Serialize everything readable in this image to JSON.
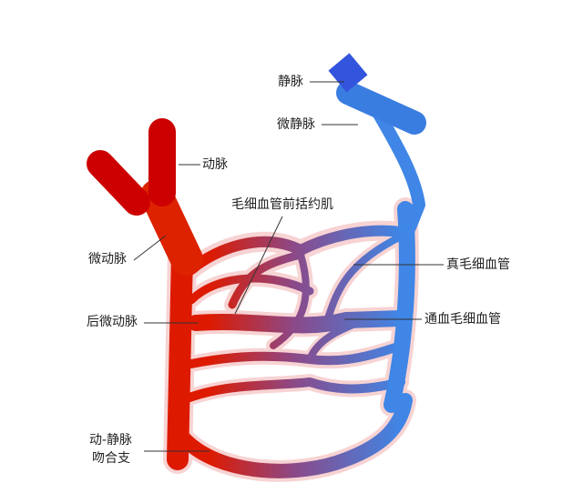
{
  "labels": {
    "vein": "静脉",
    "venule": "微静脉",
    "artery": "动脉",
    "precapillary_sphincter": "毛细血管前括约肌",
    "arteriole": "微动脉",
    "true_capillary": "真毛细血管",
    "metarteriole": "后微动脉",
    "thoroughfare_channel": "通血毛细血管",
    "av_anastomosis_line1": "动-静脉",
    "av_anastomosis_line2": "吻合支"
  },
  "colors": {
    "artery": "#cc0000",
    "arteriole": "#dd2200",
    "vein": "#3355dd",
    "venule": "#3f86e6",
    "halo": "#f7d3d3",
    "leader": "#333333"
  }
}
